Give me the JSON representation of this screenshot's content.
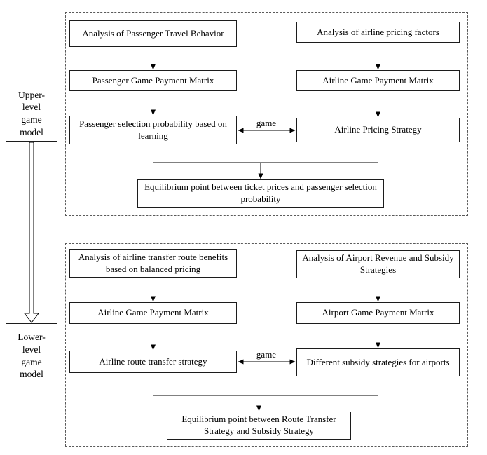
{
  "side_labels": {
    "upper": "Upper-\nlevel\ngame\nmodel",
    "lower": "Lower-\nlevel\ngame\nmodel"
  },
  "upper_section": {
    "game_label": "game",
    "boxes": {
      "passenger_analysis": "Analysis of Passenger Travel Behavior",
      "passenger_matrix": "Passenger Game Payment Matrix",
      "passenger_selection": "Passenger selection probability based on learning",
      "airline_analysis": "Analysis of airline pricing factors",
      "airline_matrix": "Airline Game Payment Matrix",
      "airline_pricing": "Airline Pricing Strategy",
      "equilibrium": "Equilibrium point between ticket prices and passenger selection probability"
    }
  },
  "lower_section": {
    "game_label": "game",
    "boxes": {
      "transfer_analysis": "Analysis of airline transfer route benefits based on balanced pricing",
      "airline_matrix": "Airline Game Payment Matrix",
      "route_strategy": "Airline route transfer strategy",
      "airport_analysis": "Analysis of Airport Revenue and Subsidy Strategies",
      "airport_matrix": "Airport Game Payment Matrix",
      "subsidy_strategies": "Different subsidy strategies for airports",
      "equilibrium": "Equilibrium point between Route Transfer Strategy and Subsidy Strategy"
    }
  }
}
